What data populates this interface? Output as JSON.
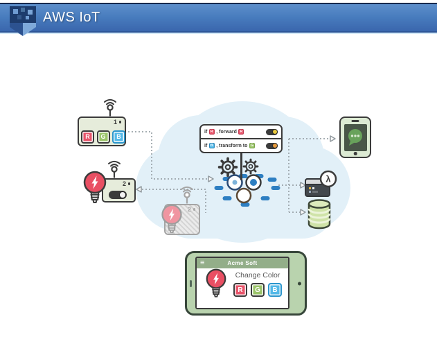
{
  "header": {
    "title": "AWS IoT"
  },
  "icons": {
    "logo": "aws-iot-cube-logo",
    "lambda_symbol": "λ",
    "hamburger": "≡",
    "wifi_antenna": "wifi-antenna",
    "gear": "gear",
    "chat_bubble": "chat-bubble",
    "lightbulb": "lightning-bulb",
    "database": "database-cylinder"
  },
  "colors": {
    "red": "#e8546a",
    "green": "#9bc46a",
    "blue": "#54b9e8",
    "toggle_knob_yellow": "#e9c93e",
    "toggle_knob_orange": "#e89b3c",
    "cloud": "#e2f0f8",
    "node_blue": "#2e7fc2",
    "header_blue": "#477bbd"
  },
  "devices": {
    "device1": {
      "label": "1",
      "buttons": [
        "R",
        "G",
        "B"
      ]
    },
    "device2": {
      "label": "2"
    },
    "shadow_device": {
      "label": "2"
    }
  },
  "rules": [
    {
      "prefix": "if",
      "condition_color": "R",
      "action": ", forward",
      "result_color": "R",
      "toggle_state": "on"
    },
    {
      "prefix": "if",
      "condition_color": "B",
      "action": ", transform to",
      "result_color": "G",
      "toggle_state": "on"
    }
  ],
  "tablet": {
    "app_title": "Acme Soft",
    "heading": "Change Color",
    "buttons": [
      "R",
      "G",
      "B"
    ]
  }
}
